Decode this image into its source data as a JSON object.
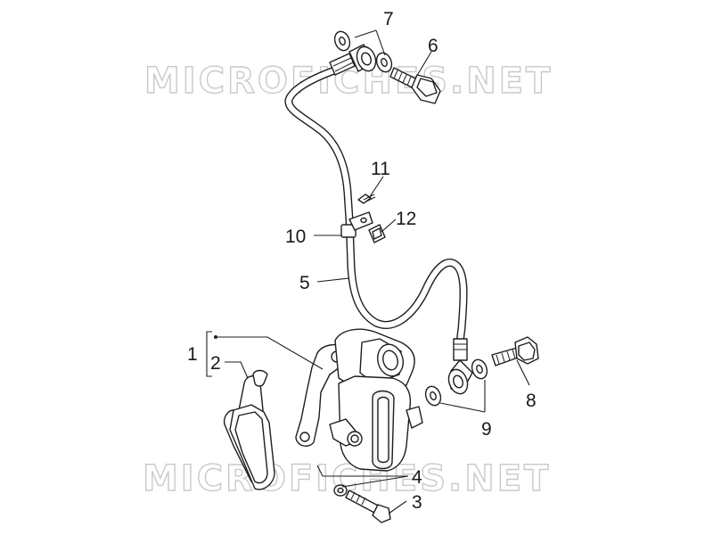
{
  "watermark": {
    "top_text": "MICROFICHES.NET",
    "bottom_text": "MICROFICHES.NET"
  },
  "callouts": {
    "c1": "1",
    "c2": "2",
    "c3": "3",
    "c4": "4",
    "c5": "5",
    "c6": "6",
    "c7": "7",
    "c8": "8",
    "c9": "9",
    "c10": "10",
    "c11": "11",
    "c12": "12"
  },
  "colors": {
    "line": "#1e1e1e",
    "watermark": "#c9c9c9",
    "background": "#ffffff"
  }
}
